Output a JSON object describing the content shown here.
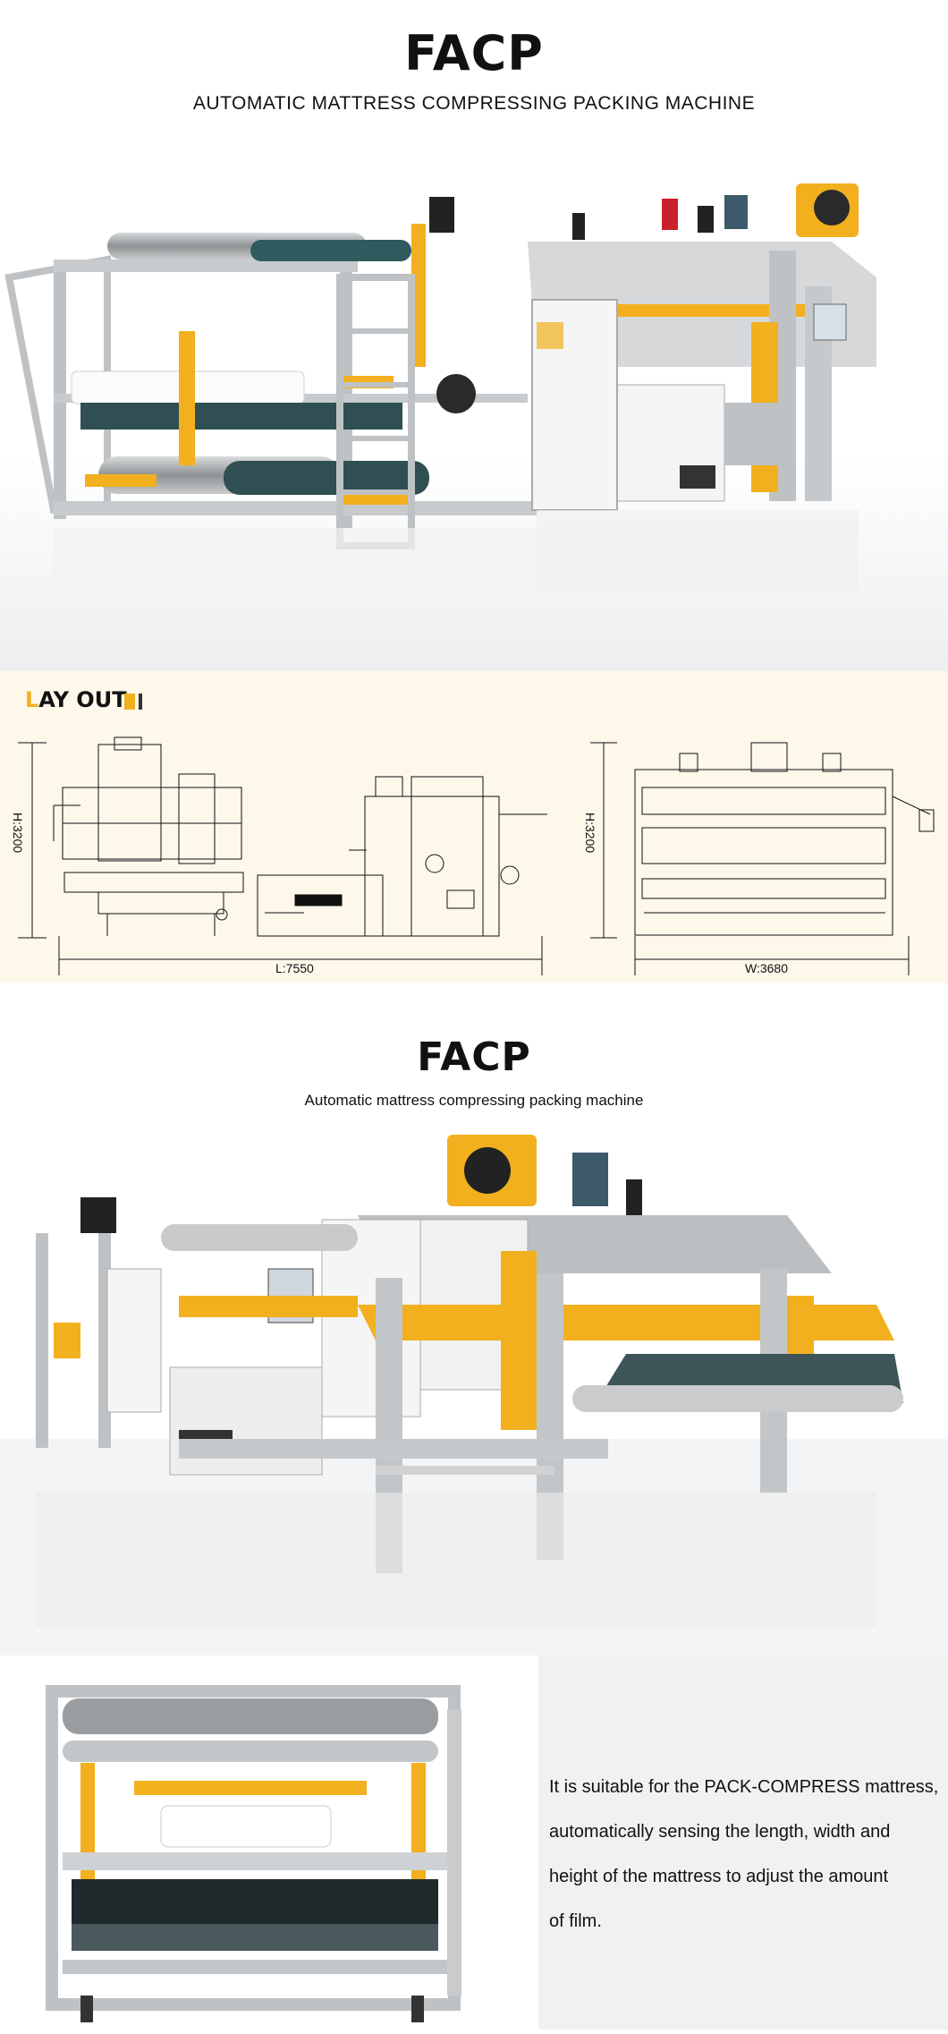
{
  "section1": {
    "title": "FACP",
    "subtitle": "AUTOMATIC MATTRESS COMPRESSING PACKING MACHINE"
  },
  "layout": {
    "label_first": "L",
    "label_rest": "AY OUT",
    "height_left": "H:3200",
    "height_right": "H:3200",
    "length": "L:7550",
    "width": "W:3680"
  },
  "section3": {
    "title": "FACP",
    "subtitle": "Automatic mattress compressing packing machine"
  },
  "description": {
    "lines": [
      "It is suitable for the PACK-COMPRESS mattress,",
      "automatically sensing the length, width and",
      "height of the mattress to adjust the amount",
      "of film."
    ]
  },
  "colors": {
    "accent_yellow": "#f2b01e",
    "frame_gray": "#bfc2c4",
    "belt_teal": "#2f4f52",
    "layout_bg": "#fdf8ea",
    "text_panel_bg": "#f1f1f1"
  }
}
